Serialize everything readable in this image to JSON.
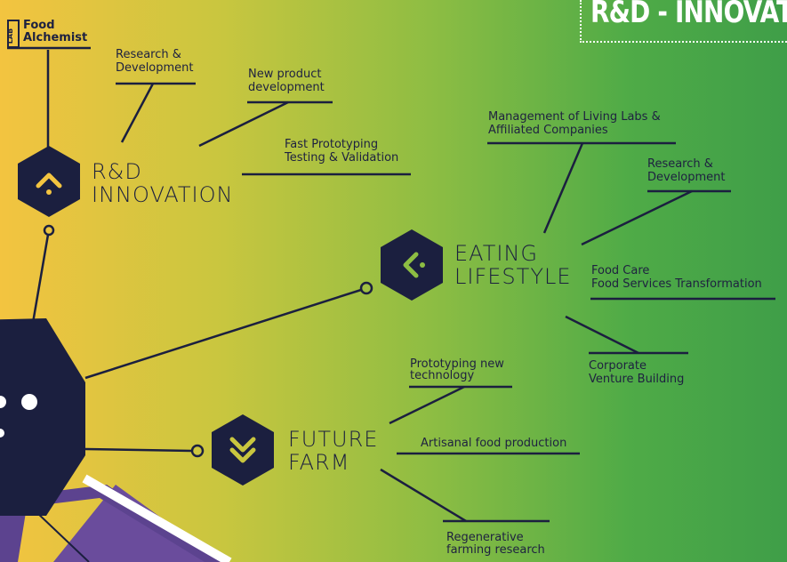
{
  "header": {
    "title": "R&D - INNOVATI"
  },
  "logo": {
    "badge": "LAB",
    "line1": "Food",
    "line2": "Alchemist"
  },
  "hubs": {
    "rd": {
      "line1": "R&D",
      "line2": "INNOVATION",
      "icon": "chevron-up-icon"
    },
    "eating": {
      "line1": "EATING",
      "line2": "LIFESTYLE",
      "icon": "chevron-left-icon"
    },
    "farm": {
      "line1": "FUTURE",
      "line2": "FARM",
      "icon": "double-chevron-down-icon"
    }
  },
  "rd_items": [
    {
      "line1": "Research &",
      "line2": "Development"
    },
    {
      "line1": "New product",
      "line2": "development"
    },
    {
      "line1": "Fast Prototyping",
      "line2": "Testing & Validation"
    }
  ],
  "eating_items": [
    {
      "line1": "Management of Living Labs &",
      "line2": "Affiliated Companies"
    },
    {
      "line1": "Research &",
      "line2": "Development"
    },
    {
      "line1": "Food Care",
      "line2": "Food Services Transformation"
    },
    {
      "line1": "Corporate",
      "line2": "Venture Building"
    }
  ],
  "farm_items": [
    {
      "line1": "Prototyping new",
      "line2": "technology"
    },
    {
      "line1": "Artisanal food production",
      "line2": ""
    },
    {
      "line1": "Regenerative",
      "line2": "farming research"
    }
  ],
  "colors": {
    "navy": "#1b1f3f",
    "purple": "#6a4c9c",
    "yellow": "#f3c440",
    "green": "#3f9e48",
    "white": "#ffffff"
  }
}
